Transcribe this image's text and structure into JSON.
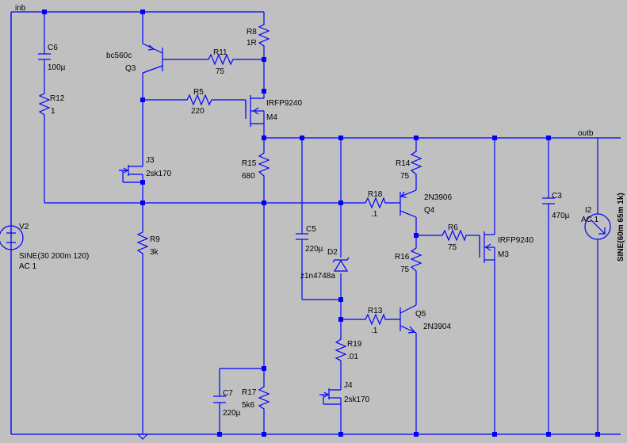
{
  "nets": {
    "inb": "inb",
    "outb": "outb"
  },
  "components": {
    "C6": {
      "ref": "C6",
      "value": "100µ"
    },
    "R12": {
      "ref": "R12",
      "value": "1"
    },
    "Q3": {
      "ref": "Q3",
      "model": "bc560c"
    },
    "R8": {
      "ref": "R8",
      "value": "1R"
    },
    "R11": {
      "ref": "R11",
      "value": "75"
    },
    "R5": {
      "ref": "R5",
      "value": "220"
    },
    "M4": {
      "ref": "M4",
      "model": "IRFP9240"
    },
    "J3": {
      "ref": "J3",
      "model": "2sk170"
    },
    "V2": {
      "ref": "V2",
      "value": "SINE(30 200m 120)",
      "ac": "AC 1"
    },
    "R9": {
      "ref": "R9",
      "value": "3k"
    },
    "R15": {
      "ref": "R15",
      "value": "680"
    },
    "C5": {
      "ref": "C5",
      "value": "220µ"
    },
    "D2": {
      "ref": "D2",
      "model": "z1n4748a"
    },
    "R14": {
      "ref": "R14",
      "value": "75"
    },
    "R18": {
      "ref": "R18",
      "value": ".1"
    },
    "Q4": {
      "ref": "Q4",
      "model": "2N3906"
    },
    "R6": {
      "ref": "R6",
      "value": "75"
    },
    "M3": {
      "ref": "M3",
      "model": "IRFP9240"
    },
    "R16": {
      "ref": "R16",
      "value": "75"
    },
    "C3": {
      "ref": "C3",
      "value": "470µ"
    },
    "I2": {
      "ref": "I2",
      "value": "SINE(60m 65m 1k)",
      "extra": "AC 1"
    },
    "R13": {
      "ref": "R13",
      "value": ".1"
    },
    "Q5": {
      "ref": "Q5",
      "model": "2N3904"
    },
    "R19": {
      "ref": "R19",
      "value": ".01"
    },
    "J4": {
      "ref": "J4",
      "model": "2sk170"
    },
    "C7": {
      "ref": "C7",
      "value": "220µ"
    },
    "R17": {
      "ref": "R17",
      "value": "5k6"
    }
  },
  "colors": {
    "background": "#c0c0c0",
    "wire": "#0000ff",
    "text": "#000000"
  }
}
